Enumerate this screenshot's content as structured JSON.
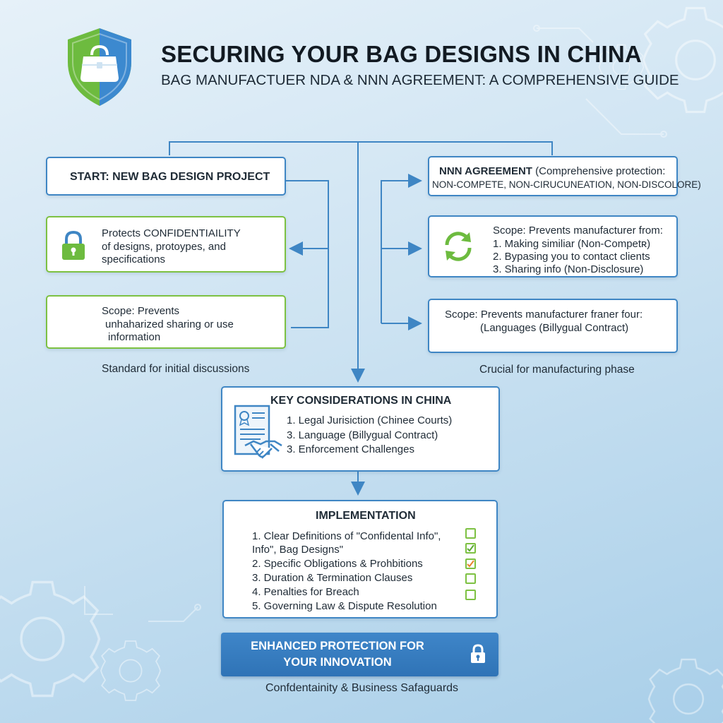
{
  "header": {
    "title": "SECURING YOUR BAG DESIGNS IN CHINA",
    "subtitle": "BAG MANUFACTUER NDA & NNN AGREEMENT: A COMPREHENSIVE GUIDE"
  },
  "left": {
    "start": "START: NEW BAG DESIGN PROJECT",
    "protects": [
      "Protects CONFIDENTIAILITY",
      "of designs, protoypes, and",
      "specifications"
    ],
    "scope": [
      "Scope: Prevents",
      "unhaharized sharing or use",
      "information"
    ],
    "caption": "Standard for initial discussions"
  },
  "right": {
    "nnn": {
      "line1_bold": "NNN AGREEMENT",
      "line1_rest": " (Comprehensive protection:",
      "line2": "NON-COMPETE, NON-CIRUCUNEATION, NON-DISCOLORE)"
    },
    "scope1": {
      "title": "Scope: Prevents manufacturer from:",
      "items": [
        "1.  Making similiar (Non-Competʀ)",
        "2.  Bypasing you to contact clients",
        "3.  Sharing info (Non-Disclosure)"
      ]
    },
    "scope2": [
      "Scope: Prevents manufacturer franer four:",
      "(Languages (Billygual Contract)"
    ],
    "caption": "Crucial for manufacturing phase"
  },
  "key": {
    "title": "KEY CONSIDERATIONS IN CHINA",
    "items": [
      "1.  Legal Jurisiction (Chinee Courts)",
      "3.  Language (Billygual Contract)",
      "3.  Enforcement Challenges"
    ]
  },
  "implementation": {
    "title": "IMPLEMENTATION",
    "items": [
      "1.  Clear Definitions of \"Confidental Info\",",
      "     Info\", Bag Designs\"",
      "2.  Specific Obligations & Prohbitions",
      "3.  Duration & Termination Clauses",
      "4.  Penalties for Breach",
      "5.  Governing Law & Dispute Resolution"
    ],
    "checkbox_states": [
      "empty",
      "checked-green",
      "checked-orange",
      "empty",
      "empty"
    ]
  },
  "banner": {
    "line1": "ENHANCED PROTECTION FOR",
    "line2": "YOUR INNOVATION"
  },
  "footer": "Confdentainity & Business Safaguards",
  "colors": {
    "accent_blue": "#3f86c4",
    "accent_green": "#7dc142",
    "check_orange": "#e8842b",
    "banner_blue": "#3479bd"
  },
  "icons": [
    "shield-bag-icon",
    "padlock-icon",
    "refresh-arrows-icon",
    "contract-document-icon",
    "handshake-icon",
    "banner-lock-icon",
    "gear-icon"
  ]
}
